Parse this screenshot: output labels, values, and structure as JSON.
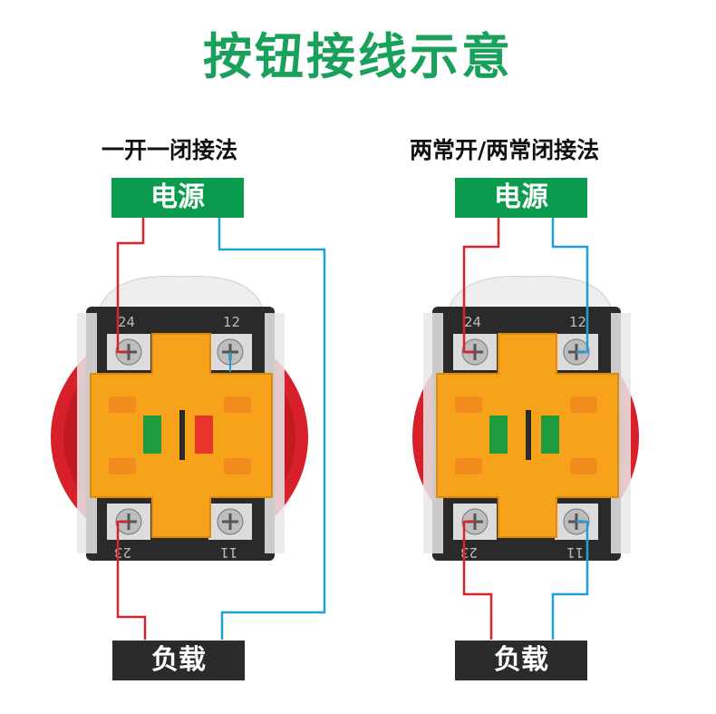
{
  "title": "按钮接线示意",
  "left": {
    "subtitle": "一开一闭接法",
    "power_label": "电源",
    "load_label": "负载",
    "terminal_top_left": "24",
    "terminal_top_right": "12",
    "terminal_bottom_left": "23",
    "terminal_bottom_right": "11",
    "indicator_left_color": "#1f9a3c",
    "indicator_right_color": "#e8342a"
  },
  "right": {
    "subtitle": "两常开/两常闭接法",
    "power_label": "电源",
    "load_label": "负载",
    "terminal_top_left": "24",
    "terminal_top_right": "12",
    "terminal_bottom_left": "23",
    "terminal_bottom_right": "11",
    "indicator_left_color": "#1f9a3c",
    "indicator_right_color": "#1f9a3c"
  },
  "colors": {
    "title_green": "#19a05a",
    "power_bg": "#0a9b4e",
    "load_bg": "#2b2b2b",
    "wire_red": "#d8232a",
    "wire_blue": "#1f9fd9",
    "module_orange": "#f7a21b",
    "button_red": "#d8202a"
  }
}
